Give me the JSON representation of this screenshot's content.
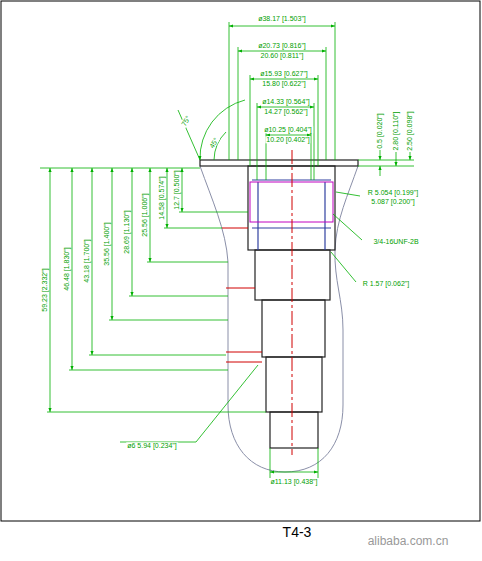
{
  "diagram": {
    "labels": [
      "ø38.17 [1.503\"]",
      "ø20.73 [0.816\"]",
      "20.60 [0.811\"]",
      "ø15.93 [0.627\"]",
      "15.80 [0.622\"]",
      "ø14.33 [0.564\"]",
      "14.27 [0.562\"]",
      "ø10.25 [0.404\"]",
      "10.20 [0.402\"]",
      "75°",
      "45°",
      "0.5 [0.020\"]",
      "2.80 [0.110\"]",
      "2.50 [0.098\"]",
      "R 5.054 [0.199\"]",
      "5.087 [0.200\"]",
      "3/4-16UNF-2B",
      "R 1.57 [0.062\"]",
      "59.23 [2.332\"]",
      "46.48 [1.830\"]",
      "43.18 [1.700\"]",
      "35.56 [1.400\"]",
      "28.69 [1.130\"]",
      "25.56 [1.006\"]",
      "14.58 [0.574\"]",
      "12.7 [0.500\"]",
      "ø6 5.94 [0.234\"]",
      "ø11.13 [0.438\"]",
      "T4-3",
      "alibaba.com.cn"
    ]
  }
}
